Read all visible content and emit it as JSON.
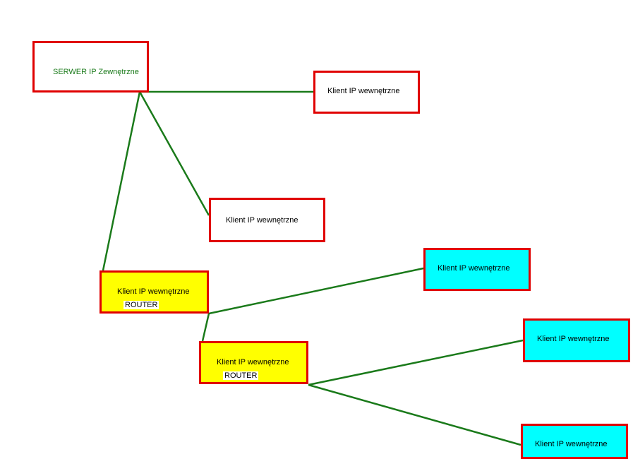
{
  "colors": {
    "border": "#e00000",
    "link": "#1a7a1a",
    "server_text": "#1a7a1a",
    "router_fill": "#ffff00",
    "client_fill_cyan": "#00ffff",
    "client_fill_white": "#ffffff"
  },
  "nodes": {
    "server": {
      "label": "SERWER IP Zewnętrzne",
      "fill": "#ffffff"
    },
    "client_1": {
      "label": "Klient IP wewnętrzne",
      "fill": "#ffffff"
    },
    "client_2": {
      "label": "Klient IP wewnętrzne",
      "fill": "#ffffff"
    },
    "router_1": {
      "label": "Klient IP wewnętrzne",
      "sub": "ROUTER",
      "fill": "#ffff00"
    },
    "router_2": {
      "label": "Klient IP wewnętrzne",
      "sub": "ROUTER",
      "fill": "#ffff00"
    },
    "client_3": {
      "label": "Klient IP wewnętrzne",
      "fill": "#00ffff"
    },
    "client_4": {
      "label": "Klient IP wewnętrzne",
      "fill": "#00ffff"
    },
    "client_5": {
      "label": "Klient IP wewnętrzne",
      "fill": "#00ffff"
    }
  },
  "edges": [
    [
      "server",
      "client_1"
    ],
    [
      "server",
      "client_2"
    ],
    [
      "server",
      "router_1"
    ],
    [
      "router_1",
      "client_3"
    ],
    [
      "router_1",
      "router_2"
    ],
    [
      "router_2",
      "client_4"
    ],
    [
      "router_2",
      "client_5"
    ]
  ]
}
